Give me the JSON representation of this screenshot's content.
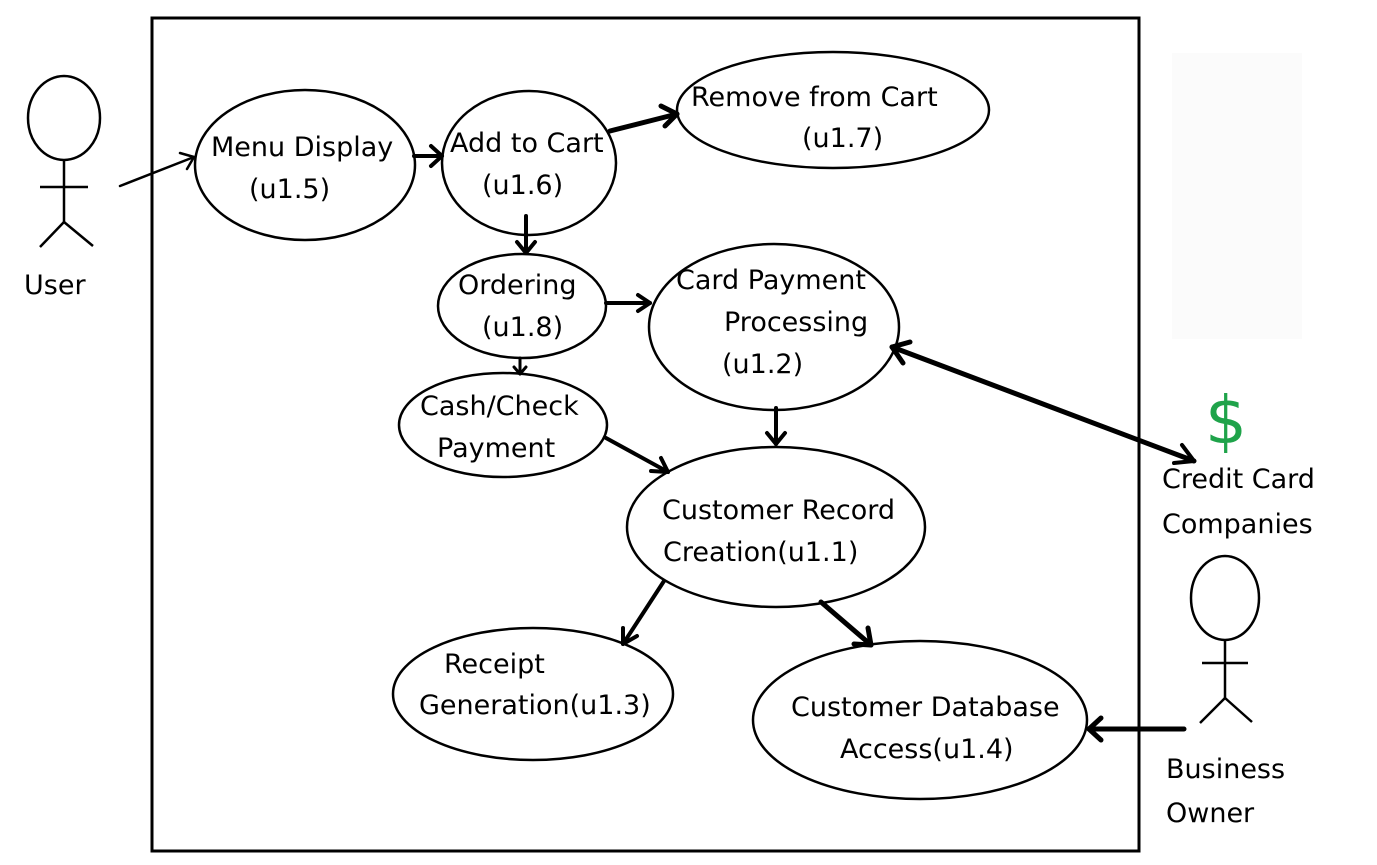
{
  "actors": {
    "user": {
      "label": "User"
    },
    "credit_card_companies": {
      "label_line1": "Credit Card",
      "label_line2": "Companies",
      "icon": "dollar-sign-icon",
      "icon_glyph": "$",
      "icon_color": "#1fa34a"
    },
    "business_owner": {
      "label_line1": "Business",
      "label_line2": "Owner"
    }
  },
  "use_cases": {
    "menu_display": {
      "line1": "Menu Display",
      "line2": "(u1.5)"
    },
    "add_to_cart": {
      "line1": "Add to Cart",
      "line2": "(u1.6)"
    },
    "remove_from_cart": {
      "line1": "Remove from Cart",
      "line2": "(u1.7)"
    },
    "ordering": {
      "line1": "Ordering",
      "line2": "(u1.8)"
    },
    "card_payment": {
      "line1": "Card Payment",
      "line2": "Processing",
      "line3": "(u1.2)"
    },
    "cash_check": {
      "line1": "Cash/Check",
      "line2": "Payment"
    },
    "customer_record": {
      "line1": "Customer Record",
      "line2": "Creation(u1.1)"
    },
    "receipt": {
      "line1": "Receipt",
      "line2": "Generation(u1.3)"
    },
    "customer_db": {
      "line1": "Customer Database",
      "line2": "Access(u1.4)"
    }
  },
  "connections": [
    {
      "from": "User",
      "to": "Menu Display"
    },
    {
      "from": "Menu Display",
      "to": "Add to Cart"
    },
    {
      "from": "Add to Cart",
      "to": "Remove from Cart"
    },
    {
      "from": "Add to Cart",
      "to": "Ordering"
    },
    {
      "from": "Ordering",
      "to": "Card Payment Processing"
    },
    {
      "from": "Ordering",
      "to": "Cash/Check Payment"
    },
    {
      "from": "Card Payment Processing",
      "to": "Customer Record Creation"
    },
    {
      "from": "Cash/Check Payment",
      "to": "Customer Record Creation"
    },
    {
      "from": "Credit Card Companies",
      "to": "Card Payment Processing"
    },
    {
      "from": "Customer Record Creation",
      "to": "Receipt Generation"
    },
    {
      "from": "Customer Record Creation",
      "to": "Customer Database Access"
    },
    {
      "from": "Business Owner",
      "to": "Customer Database Access"
    }
  ]
}
